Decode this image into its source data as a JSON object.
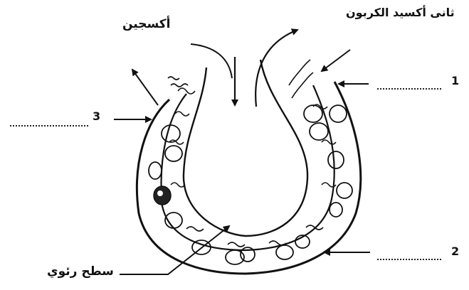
{
  "labels": {
    "oxygen": "أكسجين",
    "carbon_dioxide": "ثانى أكسيد الكربون",
    "lung_surface": "سطح رئوي"
  },
  "blanks": [
    {
      "number": "1"
    },
    {
      "number": "2"
    },
    {
      "number": "3"
    }
  ],
  "colors": {
    "ink": "#111111",
    "background": "#ffffff"
  }
}
